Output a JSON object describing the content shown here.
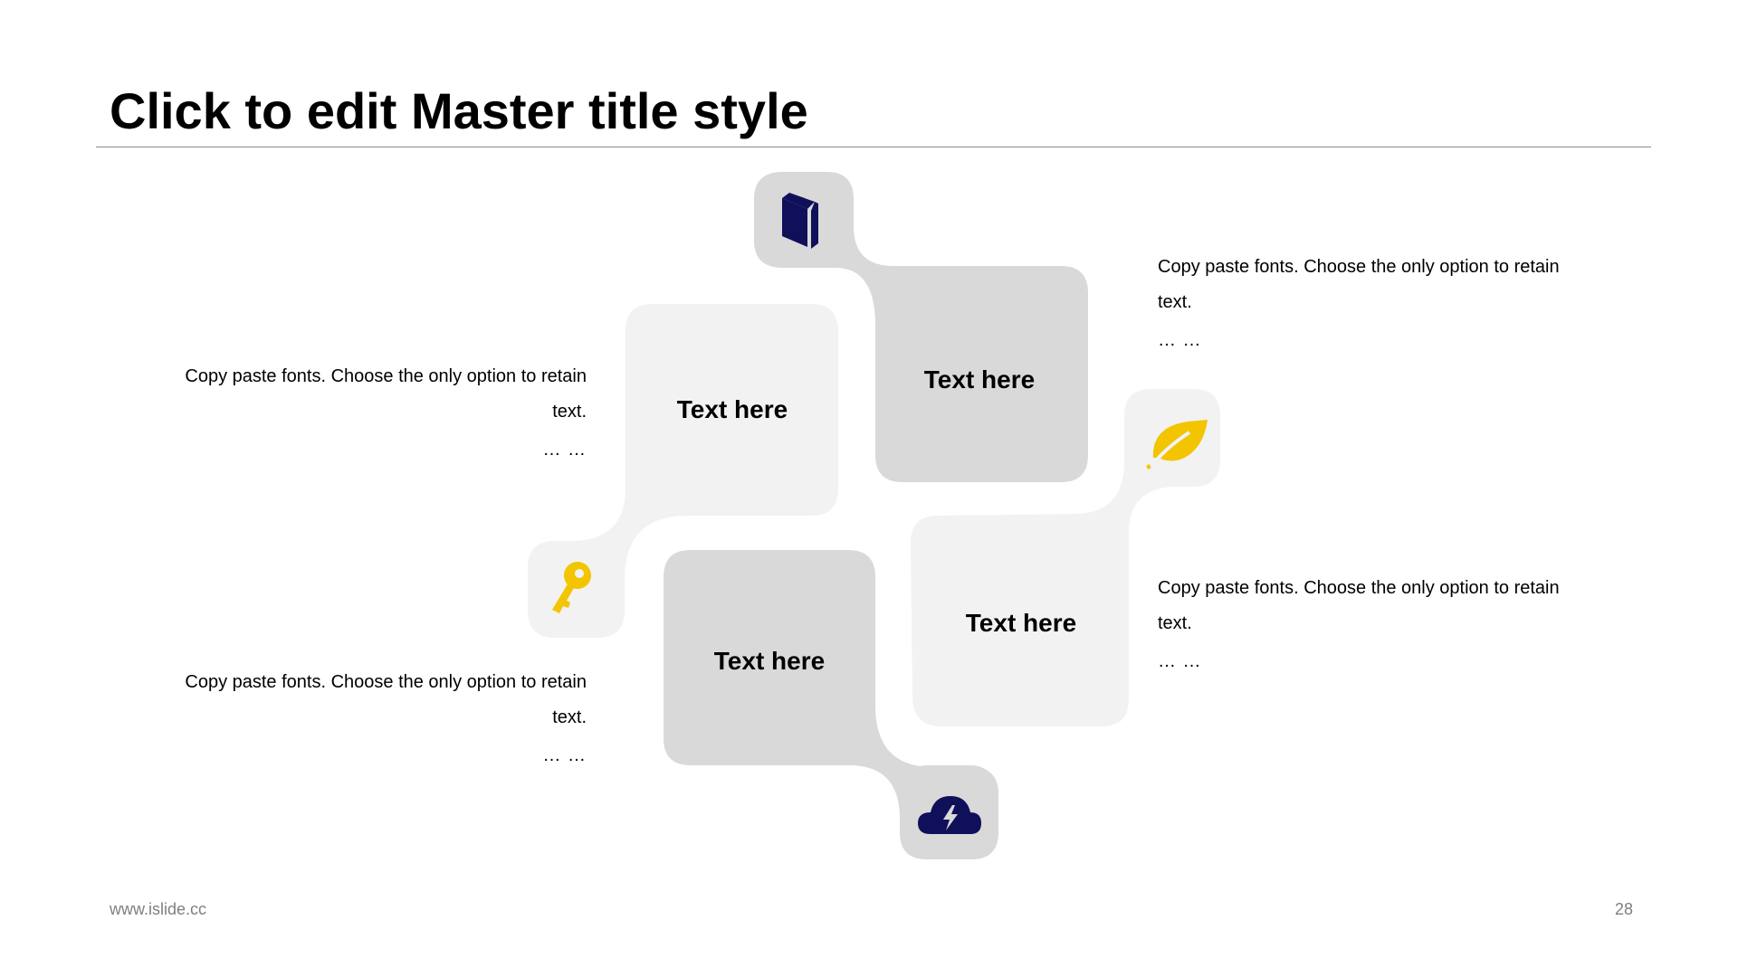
{
  "slide": {
    "title": "Click to edit Master title style",
    "footer_url": "www.islide.cc",
    "page_number": "28"
  },
  "cards": [
    {
      "label": "Text here",
      "icon": "book-icon",
      "icon_color": "#10105a"
    },
    {
      "label": "Text here",
      "icon": "key-icon",
      "icon_color": "#f2c500"
    },
    {
      "label": "Text here",
      "icon": "leaf-icon",
      "icon_color": "#f2c500"
    },
    {
      "label": "Text here",
      "icon": "cloud-lightning-icon",
      "icon_color": "#10105a"
    }
  ],
  "descriptions": [
    {
      "line1": "Copy paste fonts. Choose the only option to retain",
      "line2": "text.",
      "dots": "… …"
    },
    {
      "line1": "Copy paste fonts. Choose the only option to retain",
      "line2": "text.",
      "dots": "… …"
    },
    {
      "line1": "Copy paste fonts. Choose the only option to retain",
      "line2": "text.",
      "dots": "… …"
    },
    {
      "line1": "Copy paste fonts. Choose the only option to retain",
      "line2": "text.",
      "dots": "… …"
    }
  ],
  "colors": {
    "card_dark": "#d9d9d9",
    "card_light": "#f2f2f2",
    "accent_navy": "#10105a",
    "accent_yellow": "#f2c500"
  }
}
